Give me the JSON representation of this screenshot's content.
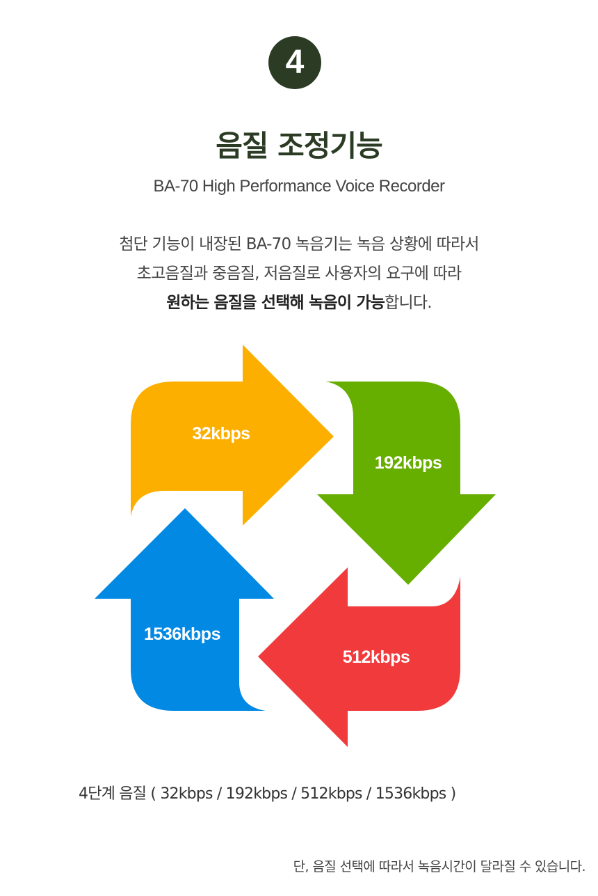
{
  "badge": {
    "number": "4"
  },
  "header": {
    "title": "음질 조정기능",
    "subtitle": "BA-70 High Performance Voice Recorder"
  },
  "description": {
    "line1": "첨단 기능이 내장된 BA-70 녹음기는 녹음 상황에 따라서",
    "line2": "초고음질과 중음질, 저음질로 사용자의 요구에 따라",
    "line3_bold": "원하는 음질을 선택해 녹음이 가능",
    "line3_rest": "합니다."
  },
  "cycle": {
    "items": [
      {
        "label": "32kbps",
        "color": "#fdaf00",
        "direction": "right"
      },
      {
        "label": "192kbps",
        "color": "#66ae00",
        "direction": "down"
      },
      {
        "label": "512kbps",
        "color": "#f03a3c",
        "direction": "left"
      },
      {
        "label": "1536kbps",
        "color": "#0289e4",
        "direction": "up"
      }
    ]
  },
  "levels_text": "4단계 음질 ( 32kbps / 192kbps / 512kbps / 1536kbps )",
  "note": "단, 음질 선택에 따라서 녹음시간이 달라질 수 있습니다."
}
